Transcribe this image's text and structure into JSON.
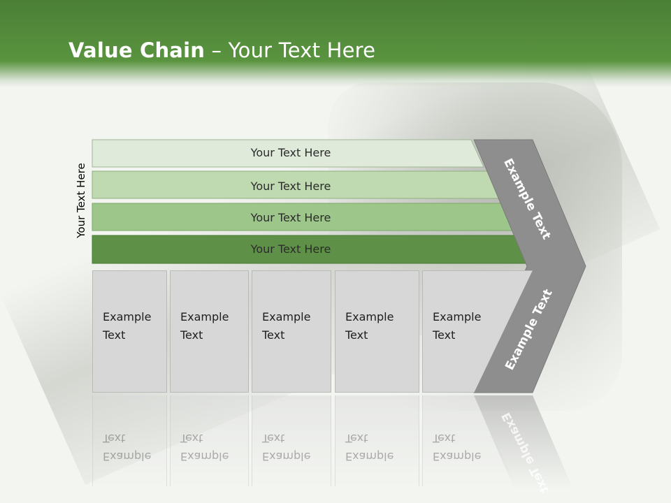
{
  "slide": {
    "title_bold": "Value Chain",
    "title_rest": " – Your Text Here",
    "side_label": "Your Text Here",
    "rows": [
      {
        "text": "Your Text Here",
        "color": "#dfeadb"
      },
      {
        "text": "Your Text Here",
        "color": "#bfd9b1"
      },
      {
        "text": "Your Text Here",
        "color": "#9dc68a"
      },
      {
        "text": "Your Text Here",
        "color": "#5e9147"
      }
    ],
    "boxes": [
      {
        "text": "Example\nText"
      },
      {
        "text": "Example\nText"
      },
      {
        "text": "Example\nText"
      },
      {
        "text": "Example\nText"
      },
      {
        "text": "Example\nText"
      }
    ],
    "chevron_top": "Example Text",
    "chevron_bottom": "Example Text"
  }
}
